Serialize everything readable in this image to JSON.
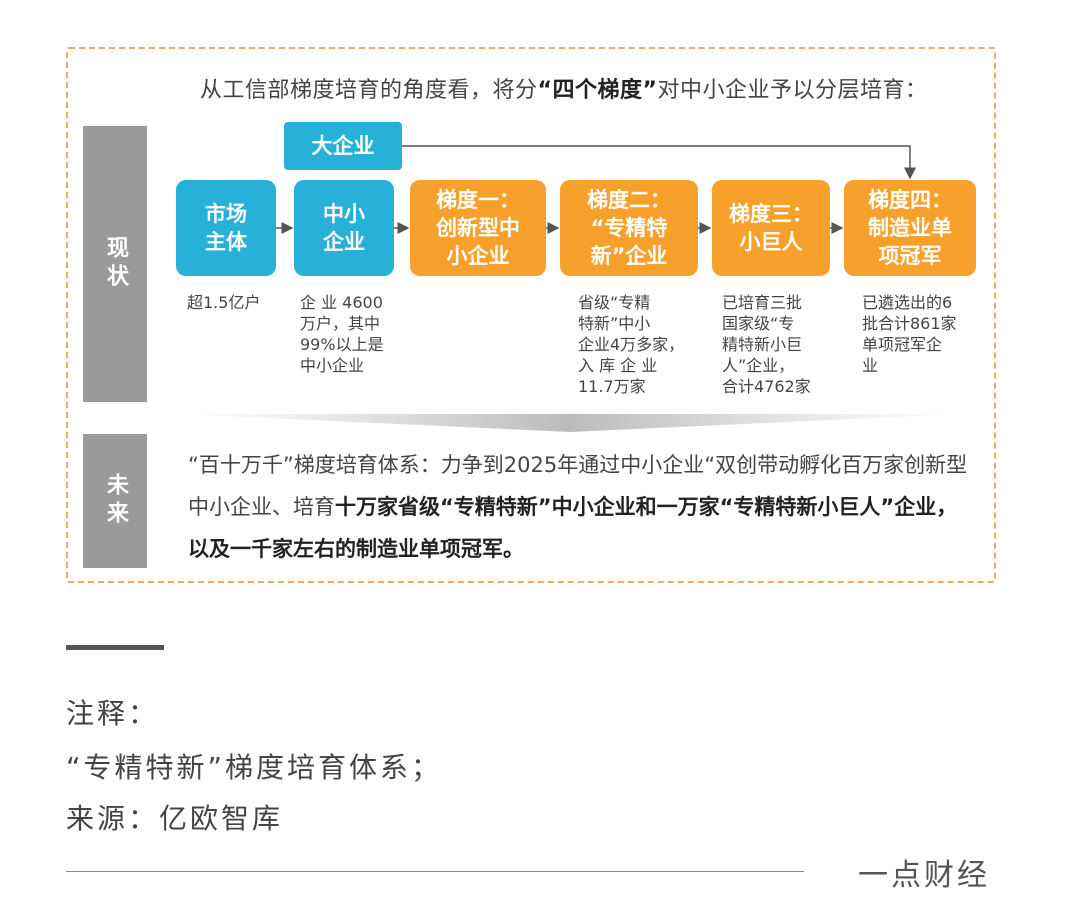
{
  "intro": {
    "before": "从工信部梯度培育的角度看，将分",
    "emphasis": "“四个梯度”",
    "after": "对中小企业予以分层培育："
  },
  "side_labels": {
    "current": "现状",
    "future": "未来"
  },
  "nodes": {
    "big_enterprise": "大企业",
    "market_entities": "市场\n主体",
    "sme": "中小\n企业",
    "tier1": "梯度一：\n创新型中\n小企业",
    "tier2": "梯度二：\n“专精特\n新”企业",
    "tier3": "梯度三：\n小巨人",
    "tier4": "梯度四：\n制造业单\n项冠军"
  },
  "descriptions": {
    "market_entities": "超1.5亿户",
    "sme": "企 业 4600\n万户，其中\n99%以上是\n中小企业",
    "tier2": "省级“专精\n特新”中小\n企业4万多家，\n入 库 企 业\n11.7万家",
    "tier3": "已培育三批\n国家级“专\n精特新小巨\n人”企业，\n合计4762家",
    "tier4": "已遴选出的6\n批合计861家\n单项冠军企\n业"
  },
  "future": {
    "normal": "“百十万千”梯度培育体系：力争到2025年通过中小企业“双创带动孵化百万家创新型中小企业、培育",
    "bold": "十万家省级“专精特新”中小企业和一万家“专精特新小巨人”企业，以及一千家左右的制造业单项冠军。"
  },
  "notes": {
    "title": "注释：",
    "item": "“专精特新”梯度培育体系；",
    "source": "来源：亿欧智库"
  },
  "brand": "一点财经",
  "colors": {
    "blue": "#27b0d8",
    "orange": "#f7a02c",
    "gray_label": "#9a9a9a",
    "frame_border": "#f0a860"
  }
}
